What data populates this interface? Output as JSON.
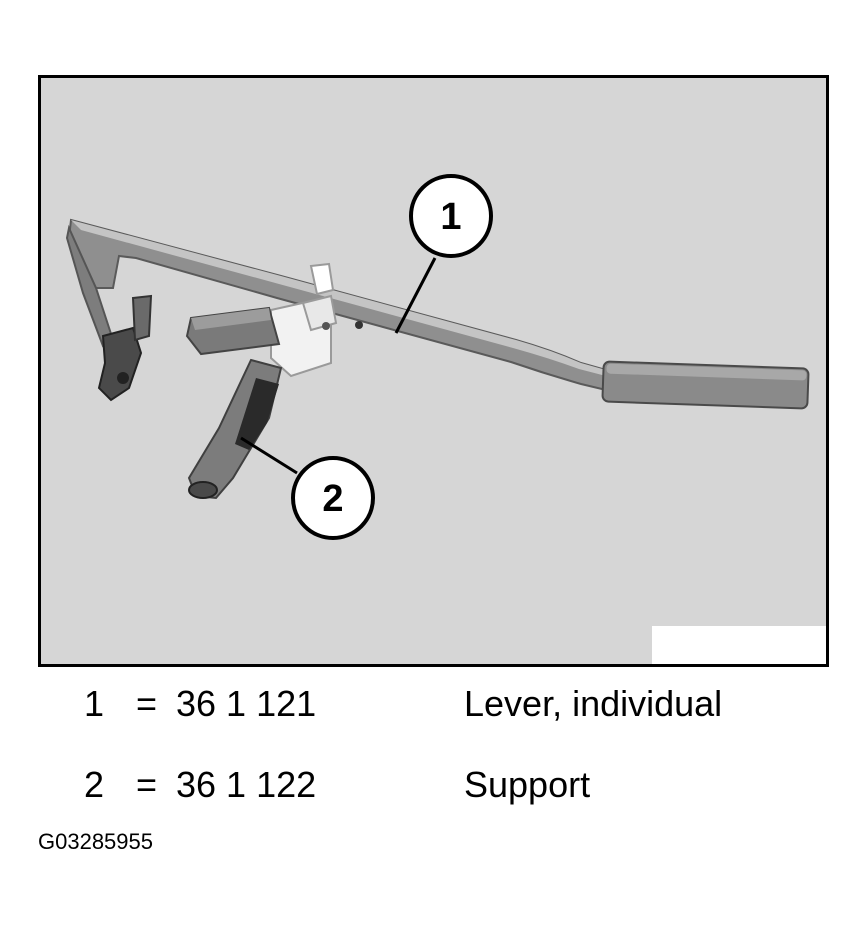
{
  "figure": {
    "callouts": [
      {
        "number": "1"
      },
      {
        "number": "2"
      }
    ],
    "background_color": "#d6d6d6"
  },
  "legend": {
    "items": [
      {
        "number": "1",
        "equals": "=",
        "part_number": "36 1 121",
        "description": "Lever, individual"
      },
      {
        "number": "2",
        "equals": "=",
        "part_number": "36 1 122",
        "description": "Support"
      }
    ]
  },
  "figure_id": "G03285955"
}
